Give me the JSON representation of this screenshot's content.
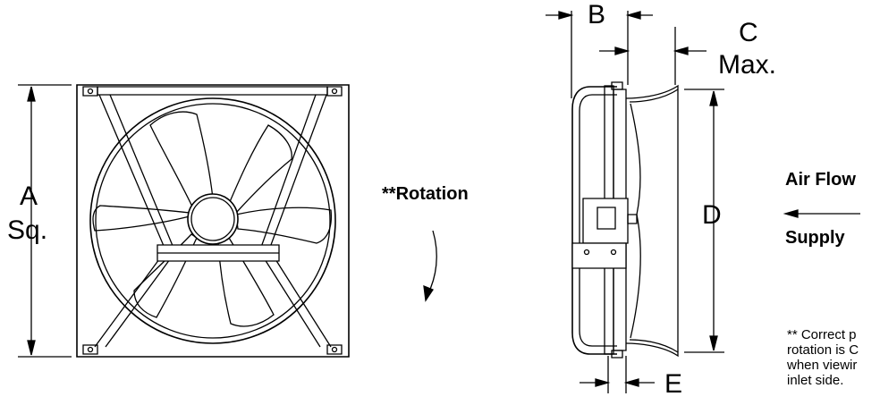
{
  "labels": {
    "dim_a": "A",
    "dim_a_sub": "Sq.",
    "dim_b": "B",
    "dim_c": "C",
    "dim_c_sub": "Max.",
    "dim_d": "D",
    "dim_e": "E",
    "rotation": "**Rotation",
    "air_flow": "Air Flow",
    "supply": "Supply"
  },
  "note": {
    "line1": "** Correct p",
    "line2": "rotation is C",
    "line3": "when viewir",
    "line4": "inlet side."
  },
  "colors": {
    "stroke": "#000000",
    "background": "#ffffff"
  }
}
